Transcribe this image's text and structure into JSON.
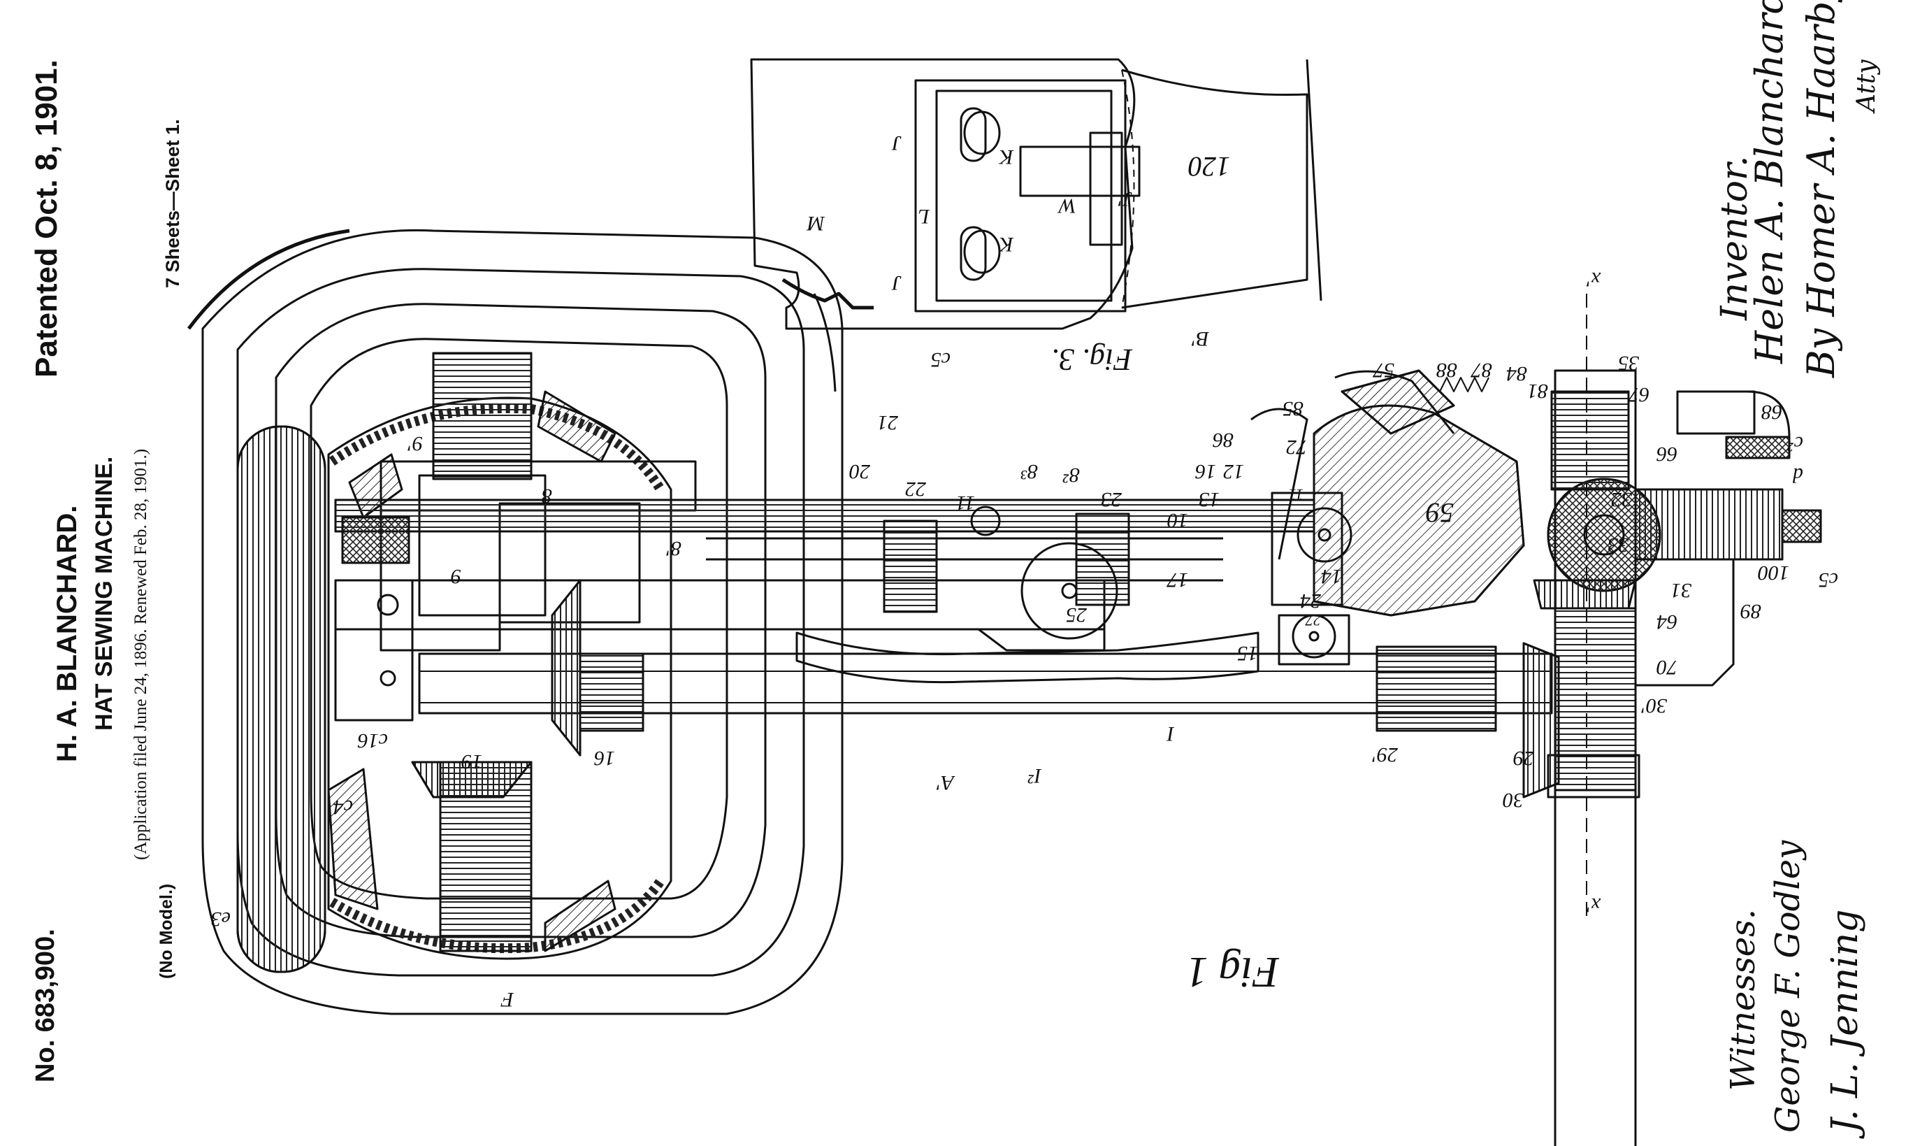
{
  "header": {
    "patent_number": "No. 683,900.",
    "patent_date": "Patented Oct. 8, 1901.",
    "inventor_name": "H. A. BLANCHARD.",
    "title": "HAT SEWING MACHINE.",
    "application_note": "(Application filed June 24, 1896. Renewed Feb. 28, 1901.)",
    "model_note": "(No Model.)",
    "sheet_note": "7 Sheets—Sheet 1."
  },
  "figures": {
    "fig1_label": "Fig 1",
    "fig3_label": "Fig. 3."
  },
  "signatures": {
    "inventor_heading": "Inventor.",
    "inventor_sig": "Helen A. Blanchard",
    "inventor_attorney": "By Homer A. Haarby",
    "attorney_suffix": "Atty",
    "witnesses_heading": "Witnesses.",
    "witness_1": "George F. Godley",
    "witness_2": "J. L. Jenning"
  },
  "callouts": {
    "fig3": [
      "J",
      "K",
      "J",
      "K",
      "L",
      "M",
      "W",
      "J'",
      "120",
      "c5",
      "B'"
    ],
    "fig1": [
      "21",
      "20",
      "22",
      "11",
      "8",
      "8'",
      "8²",
      "8³",
      "9",
      "9'",
      "25",
      "23",
      "16",
      "12",
      "13",
      "10",
      "17",
      "14",
      "24",
      "15",
      "27",
      "11",
      "57",
      "88",
      "87",
      "84",
      "81",
      "85",
      "86",
      "72",
      "59",
      "35",
      "67",
      "66",
      "68",
      "c²",
      "d",
      "100",
      "c5",
      "89",
      "33",
      "32",
      "64",
      "31",
      "70",
      "30'",
      "30",
      "29",
      "29'",
      "I",
      "I²",
      "A'",
      "19",
      "16",
      "c4",
      "c16",
      "e3",
      "F",
      "x'",
      "x'"
    ]
  }
}
